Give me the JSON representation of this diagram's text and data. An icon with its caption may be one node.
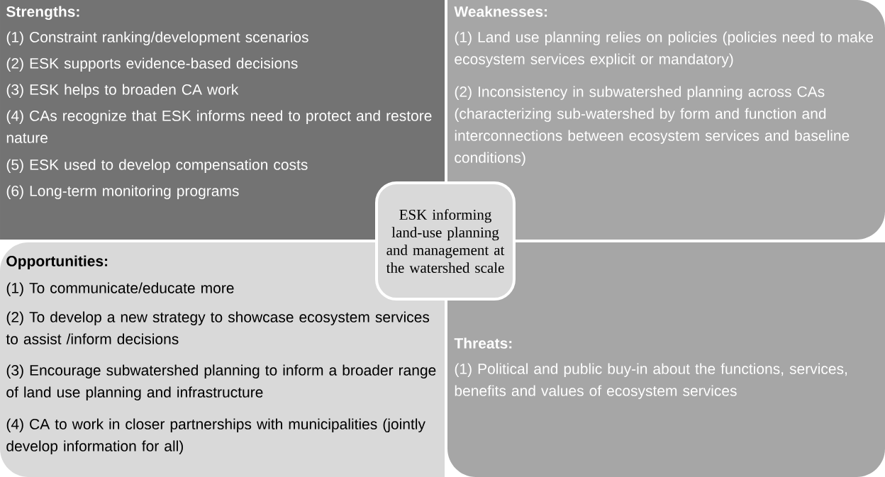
{
  "diagram": {
    "nodes": [
      {
        "text": [
          "Strengths:",
          "(1) Constraint ranking/development scenarios",
          "(2) ESK supports evidence-based decisions",
          "(3) ESK helps to broaden CA work",
          "(4) CAs recognize that ESK informs need to protect and restore nature",
          "(5) ESK used to develop compensation costs",
          "(6) Long-term monitoring programs"
        ]
      },
      {
        "text": [
          "Weaknesses:",
          "(1) Land use planning relies on policies (policies need to make ecosystem services explicit or mandatory)",
          "(2) Inconsistency in subwatershed planning across CAs (characterizing sub-watershed by form and function and interconnections between ecosystem services and baseline conditions)"
        ]
      },
      {
        "text": [
          "Opportunities:",
          "(1) To communicate/educate more",
          "(2) To develop a new strategy to showcase ecosystem services to assist /inform decisions",
          "(3) Encourage subwatershed planning to inform a broader range of land use planning and infrastructure",
          "(4) CA to work in closer partnerships with municipalities (jointly develop information for all)"
        ]
      },
      {
        "text": [
          "Threats:",
          "(1) Political and public buy-in about the functions, services, benefits and values of ecosystem services"
        ]
      },
      {
        "text": [
          "ESK informing land-use planning and management at the watershed scale"
        ]
      }
    ]
  }
}
